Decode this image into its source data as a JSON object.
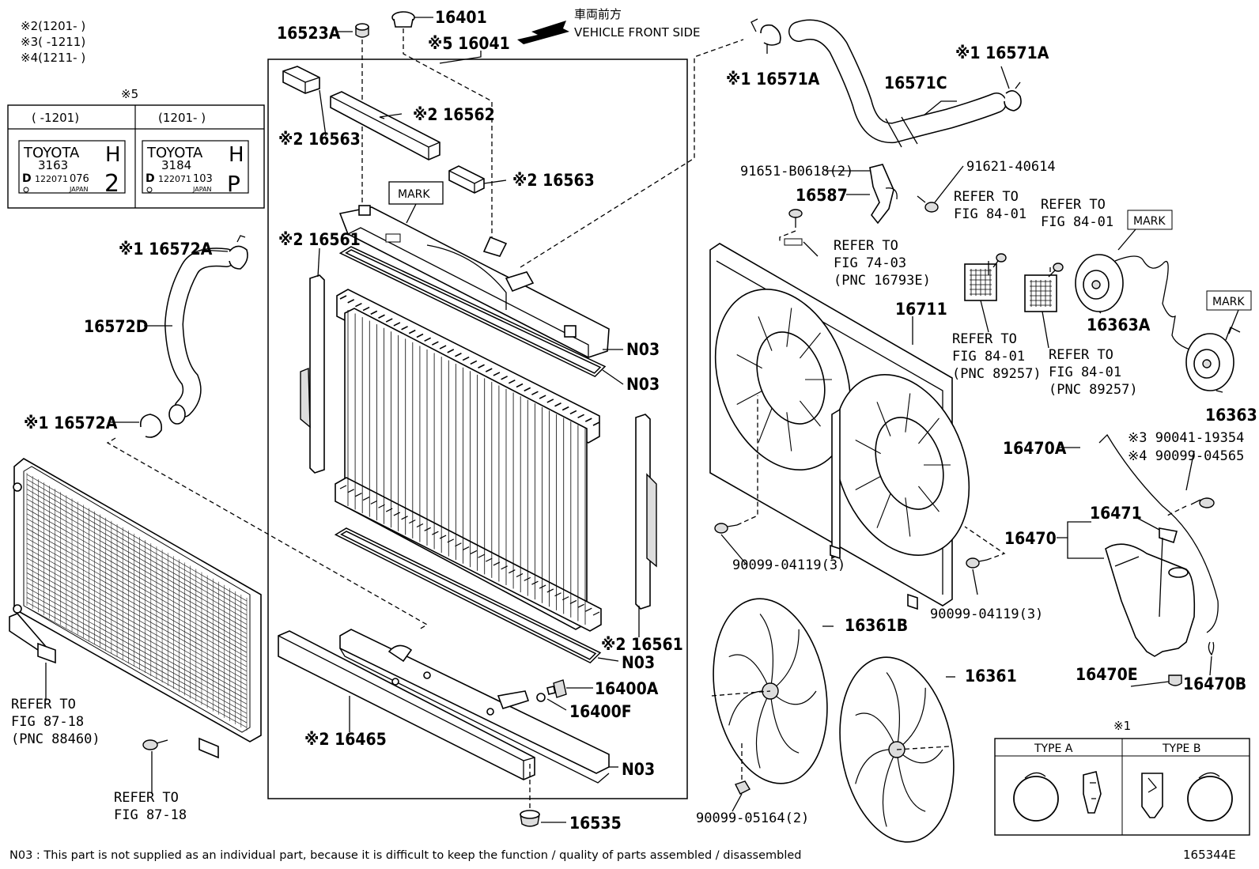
{
  "header_notes": [
    {
      "mark": "※2",
      "range": "(1201-      )"
    },
    {
      "mark": "※3",
      "range": "(      -1211)"
    },
    {
      "mark": "※4",
      "range": "(1211-      )"
    }
  ],
  "direction": {
    "jp": "車両前方",
    "en": "VEHICLE FRONT SIDE"
  },
  "label_table": {
    "title": "※5",
    "columns": [
      {
        "range": "(      -1201)",
        "brand": "TOYOTA",
        "code": "3163",
        "letter_top": "H",
        "serial": "122071",
        "suffix": "076",
        "origin": "JAPAN",
        "letter_bottom": "2"
      },
      {
        "range": "(1201-      )",
        "brand": "TOYOTA",
        "code": "3184",
        "letter_top": "H",
        "serial": "122071",
        "suffix": "103",
        "origin": "JAPAN",
        "letter_bottom": "P"
      }
    ]
  },
  "clamp_table": {
    "title": "※1",
    "types": [
      "TYPE A",
      "TYPE B"
    ]
  },
  "marks": [
    "MARK",
    "MARK",
    "MARK"
  ],
  "part_labels": [
    {
      "id": "p16523A",
      "text": "16523A"
    },
    {
      "id": "p16401",
      "text": "16401"
    },
    {
      "id": "p16041",
      "text": "※5 16041"
    },
    {
      "id": "p16562",
      "text": "※2 16562"
    },
    {
      "id": "p16563a",
      "text": "※2 16563"
    },
    {
      "id": "p16563b",
      "text": "※2 16563"
    },
    {
      "id": "p16561a",
      "text": "※2 16561"
    },
    {
      "id": "p16561b",
      "text": "※2 16561"
    },
    {
      "id": "pN03a",
      "text": "N03"
    },
    {
      "id": "pN03b",
      "text": "N03"
    },
    {
      "id": "pN03c",
      "text": "N03"
    },
    {
      "id": "pN03d",
      "text": "N03"
    },
    {
      "id": "p16400A",
      "text": "16400A"
    },
    {
      "id": "p16400F",
      "text": "16400F"
    },
    {
      "id": "p16465",
      "text": "※2 16465"
    },
    {
      "id": "p16535",
      "text": "16535"
    },
    {
      "id": "p16571Aa",
      "text": "※1 16571A"
    },
    {
      "id": "p16571Ab",
      "text": "※1 16571A"
    },
    {
      "id": "p16571C",
      "text": "16571C"
    },
    {
      "id": "p16572Aa",
      "text": "※1 16572A"
    },
    {
      "id": "p16572Ab",
      "text": "※1 16572A"
    },
    {
      "id": "p16572D",
      "text": "16572D"
    },
    {
      "id": "p16587",
      "text": "16587"
    },
    {
      "id": "p16711",
      "text": "16711"
    },
    {
      "id": "p16363A",
      "text": "16363A"
    },
    {
      "id": "p16363",
      "text": "16363"
    },
    {
      "id": "p16361B",
      "text": "16361B"
    },
    {
      "id": "p16361",
      "text": "16361"
    },
    {
      "id": "p16470A",
      "text": "16470A"
    },
    {
      "id": "p16471",
      "text": "16471"
    },
    {
      "id": "p16470",
      "text": "16470"
    },
    {
      "id": "p16470E",
      "text": "16470E"
    },
    {
      "id": "p16470B",
      "text": "16470B"
    }
  ],
  "ref_labels": [
    {
      "id": "r91651",
      "text": "91651-B0618(2)"
    },
    {
      "id": "r91621",
      "text": "91621-40614"
    },
    {
      "id": "r90041",
      "text": "※3 90041-19354"
    },
    {
      "id": "r90099a",
      "text": "※4 90099-04565"
    },
    {
      "id": "r90099b",
      "text": "90099-04119(3)"
    },
    {
      "id": "r90099c",
      "text": "90099-04119(3)"
    },
    {
      "id": "r90099d",
      "text": "90099-05164(2)"
    }
  ],
  "refer_blocks": [
    {
      "id": "ref7403",
      "lines": [
        "REFER TO",
        "FIG 74-03",
        "(PNC 16793E)"
      ]
    },
    {
      "id": "ref8401a",
      "lines": [
        "REFER TO",
        "FIG 84-01"
      ]
    },
    {
      "id": "ref8401b",
      "lines": [
        "REFER TO",
        "FIG 84-01"
      ]
    },
    {
      "id": "ref8401c",
      "lines": [
        "REFER TO",
        "FIG 84-01",
        "(PNC 89257)"
      ]
    },
    {
      "id": "ref8401d",
      "lines": [
        "REFER TO",
        "FIG 84-01",
        "(PNC 89257)"
      ]
    },
    {
      "id": "ref8718a",
      "lines": [
        "REFER TO",
        "FIG 87-18",
        "(PNC 88460)"
      ]
    },
    {
      "id": "ref8718b",
      "lines": [
        "REFER TO",
        "FIG 87-18"
      ]
    }
  ],
  "footer": {
    "note": "N03 : This part is not supplied as an individual part, because it is difficult to keep the function / quality of parts  assembled / disassembled",
    "figure_code": "165344E"
  }
}
